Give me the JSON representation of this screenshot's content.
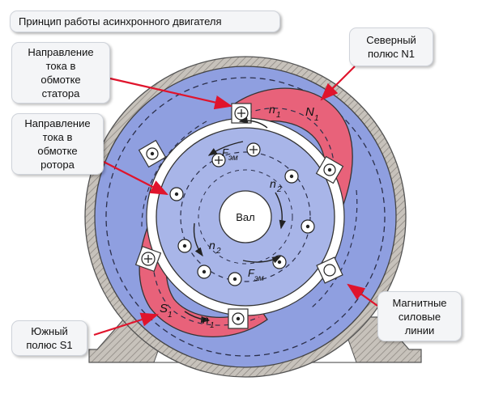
{
  "title": "Принцип работы асинхронного двигателя",
  "labels": {
    "stator_current": "Направление\nтока в\nобмотке\nстатора",
    "rotor_current": "Направление\nтока в\nобмотке\nротора",
    "north_pole": "Северный\nполюс N1",
    "south_pole": "Южный\nполюс S1",
    "field_lines": "Магнитные\nсиловые\nлинии",
    "shaft": "Вал"
  },
  "diagram_marks": {
    "n1_top": "n",
    "n1_top_sub": "1",
    "n1_bottom": "n",
    "n1_bottom_sub": "1",
    "N1": "N",
    "N1_sub": "1",
    "S1": "S",
    "S1_sub": "1",
    "n2_right": "n",
    "n2_right_sub": "2",
    "n2_bottom": "n",
    "n2_bottom_sub": "2",
    "Fem_top": "F",
    "Fem_top_sub": "эм",
    "Fem_bottom": "F",
    "Fem_bottom_sub": "эм"
  },
  "colors": {
    "stator_blue": "#8f9fe0",
    "pole_red": "#e8627a",
    "rotor_blue": "#a8b5e8",
    "housing_gray": "#b9b5b0",
    "arrow_red": "#e0142c",
    "callout_bg": "#f4f5f7"
  }
}
